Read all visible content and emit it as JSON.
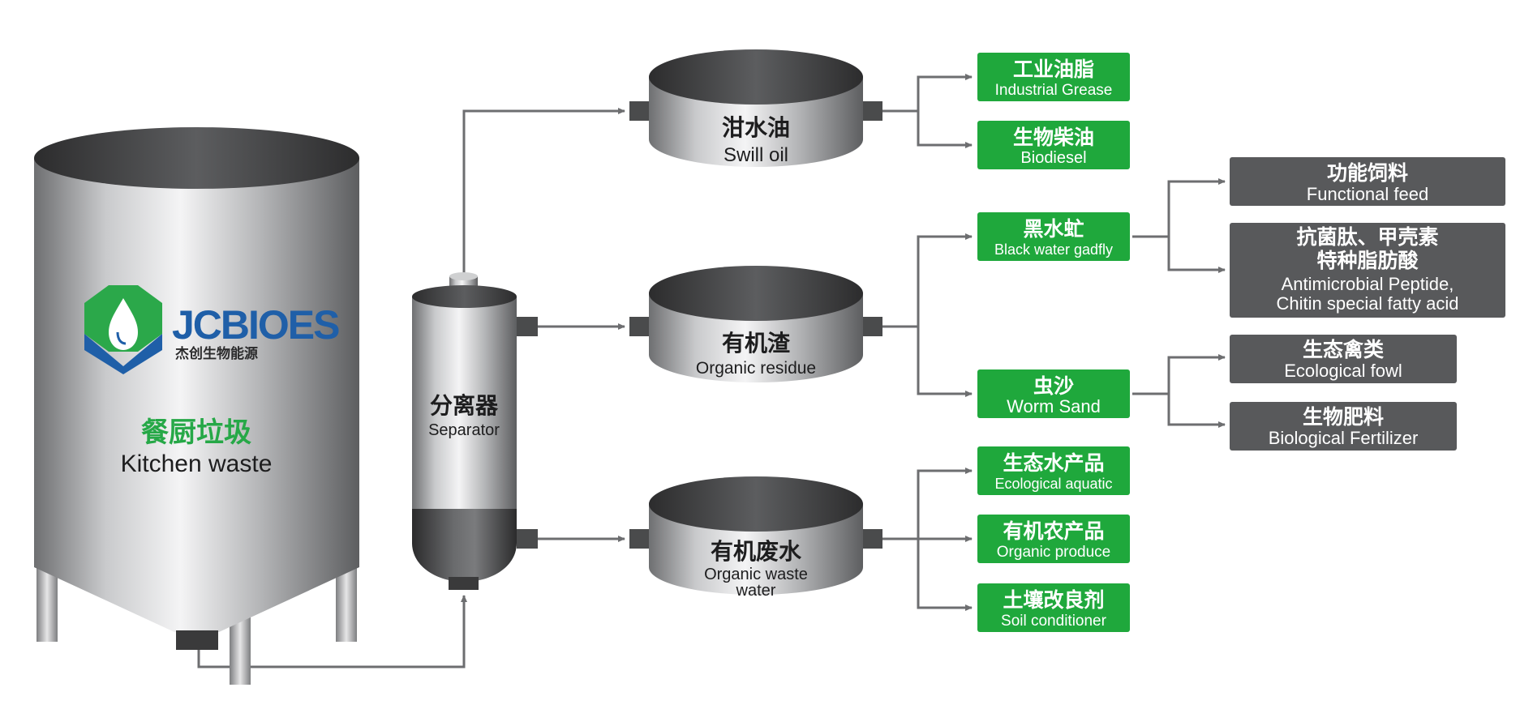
{
  "colors": {
    "green_box": "#1fa83c",
    "gray_box": "#58595b",
    "arrow": "#6d6e70",
    "brand_green": "#2ba84a",
    "brand_blue": "#1f5fa8",
    "title_green": "#26a847"
  },
  "tank": {
    "brand_name": "JCBIOES",
    "brand_cn": "杰创生物能源",
    "label_cn": "餐厨垃圾",
    "label_en": "Kitchen waste"
  },
  "separator": {
    "label_cn": "分离器",
    "label_en": "Separator"
  },
  "basins": [
    {
      "label_cn": "泔水油",
      "label_en": [
        "Swill oil"
      ]
    },
    {
      "label_cn": "有机渣",
      "label_en": [
        "Organic residue"
      ]
    },
    {
      "label_cn": "有机废水",
      "label_en": [
        "Organic waste",
        "water"
      ]
    }
  ],
  "products": [
    {
      "cn": "工业油脂",
      "en": "Industrial Grease"
    },
    {
      "cn": "生物柴油",
      "en": "Biodiesel"
    },
    {
      "cn": "黑水虻",
      "en": "Black water gadfly"
    },
    {
      "cn": "虫沙",
      "en": "Worm Sand"
    },
    {
      "cn": "生态水产品",
      "en": "Ecological aquatic"
    },
    {
      "cn": "有机农产品",
      "en": "Organic produce"
    },
    {
      "cn": "土壤改良剂",
      "en": "Soil conditioner"
    }
  ],
  "derived_products": [
    {
      "lines": [
        "功能饲料",
        "Functional feed"
      ]
    },
    {
      "lines": [
        "抗菌肽、甲壳素",
        "特种脂肪酸",
        "Antimicrobial Peptide,",
        "Chitin special fatty acid"
      ]
    },
    {
      "lines": [
        "生态禽类",
        "Ecological fowl"
      ]
    },
    {
      "lines": [
        "生物肥料",
        "Biological Fertilizer"
      ]
    }
  ]
}
